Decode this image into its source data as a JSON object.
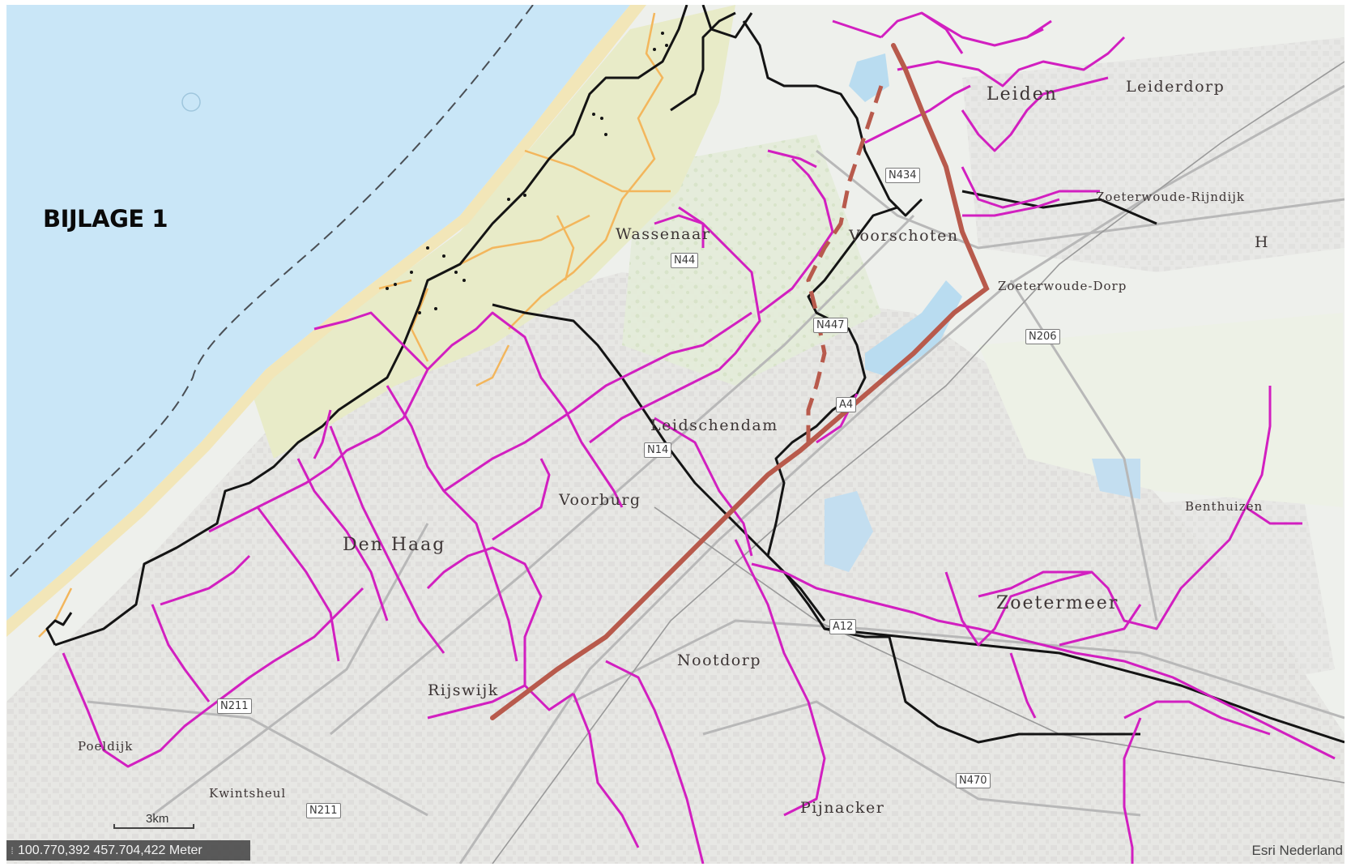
{
  "annex_title": "BIJLAGE 1",
  "places": {
    "leiden": "Leiden",
    "leiderdorp": "Leiderdorp",
    "zoeterwoude_rijndijk": "Zoeterwoude-Rijndijk",
    "h_edge": "H",
    "wassenaar": "Wassenaar",
    "voorschoten": "Voorschoten",
    "zoeterwoude_dorp": "Zoeterwoude-Dorp",
    "leidschendam": "Leidschendam",
    "voorburg": "Voorburg",
    "den_haag": "Den Haag",
    "benthuizen": "Benthuizen",
    "zoetermeer": "Zoetermeer",
    "nootdorp": "Nootdorp",
    "rijswijk": "Rijswijk",
    "poeldijk": "Poeldijk",
    "kwintsheul": "Kwintsheul",
    "pijnacker": "Pijnacker"
  },
  "roads": {
    "n434": "N434",
    "n44a": "N44",
    "n447": "N447",
    "n206": "N206",
    "a4": "A4",
    "n14": "N14",
    "a12": "A12",
    "n211a": "N211",
    "n211b": "N211",
    "n470": "N470"
  },
  "scale_label": "3km",
  "coordinate_readout": "100.770,392 457.704,422 Meter",
  "attribution": "Esri Nederland",
  "colors": {
    "sea": "#c9e6f7",
    "land": "#eef0ec",
    "dunes": "#e9eacb",
    "beach": "#f2e6b8",
    "urban": "#e4e3e1",
    "water_inland": "#b9dcf0",
    "road": "#b8b8b8",
    "magenta_network": "#d21fc0",
    "black_network": "#141414",
    "brown_route": "#b85a4c",
    "orange_paths": "#f3b65c",
    "boundary_dashed": "#4a4f55"
  },
  "icons": {
    "coord_grip": "grip-icon"
  }
}
